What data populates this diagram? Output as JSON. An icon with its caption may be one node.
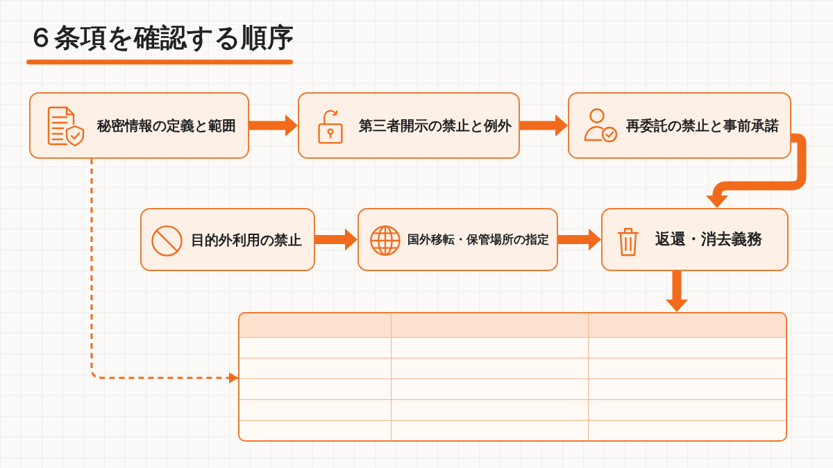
{
  "diagram": {
    "title": "６条項を確認する順序",
    "nodes": [
      {
        "text": [
          "秘密情報の定義と範囲"
        ]
      },
      {
        "text": [
          "第三者開示の禁止と例外"
        ]
      },
      {
        "text": [
          "再委託の禁止と事前承諾"
        ]
      },
      {
        "text": [
          "目的外利用の禁止"
        ]
      },
      {
        "text": [
          "国外移転・保管場所の指定"
        ]
      },
      {
        "text": [
          "返還・消去義務"
        ]
      },
      {
        "text": [],
        "shape": "table"
      }
    ],
    "edges": [
      {
        "from": 0,
        "to": 1,
        "arrow": "to"
      },
      {
        "from": 1,
        "to": 2,
        "arrow": "to"
      },
      {
        "from": 2,
        "to": 5,
        "arrow": "to"
      },
      {
        "from": 3,
        "to": 4,
        "arrow": "to"
      },
      {
        "from": 4,
        "to": 5,
        "arrow": "to"
      },
      {
        "from": 5,
        "to": 6,
        "arrow": "to"
      },
      {
        "from": 0,
        "to": 6,
        "arrow": "to",
        "style": "dashed"
      }
    ]
  }
}
